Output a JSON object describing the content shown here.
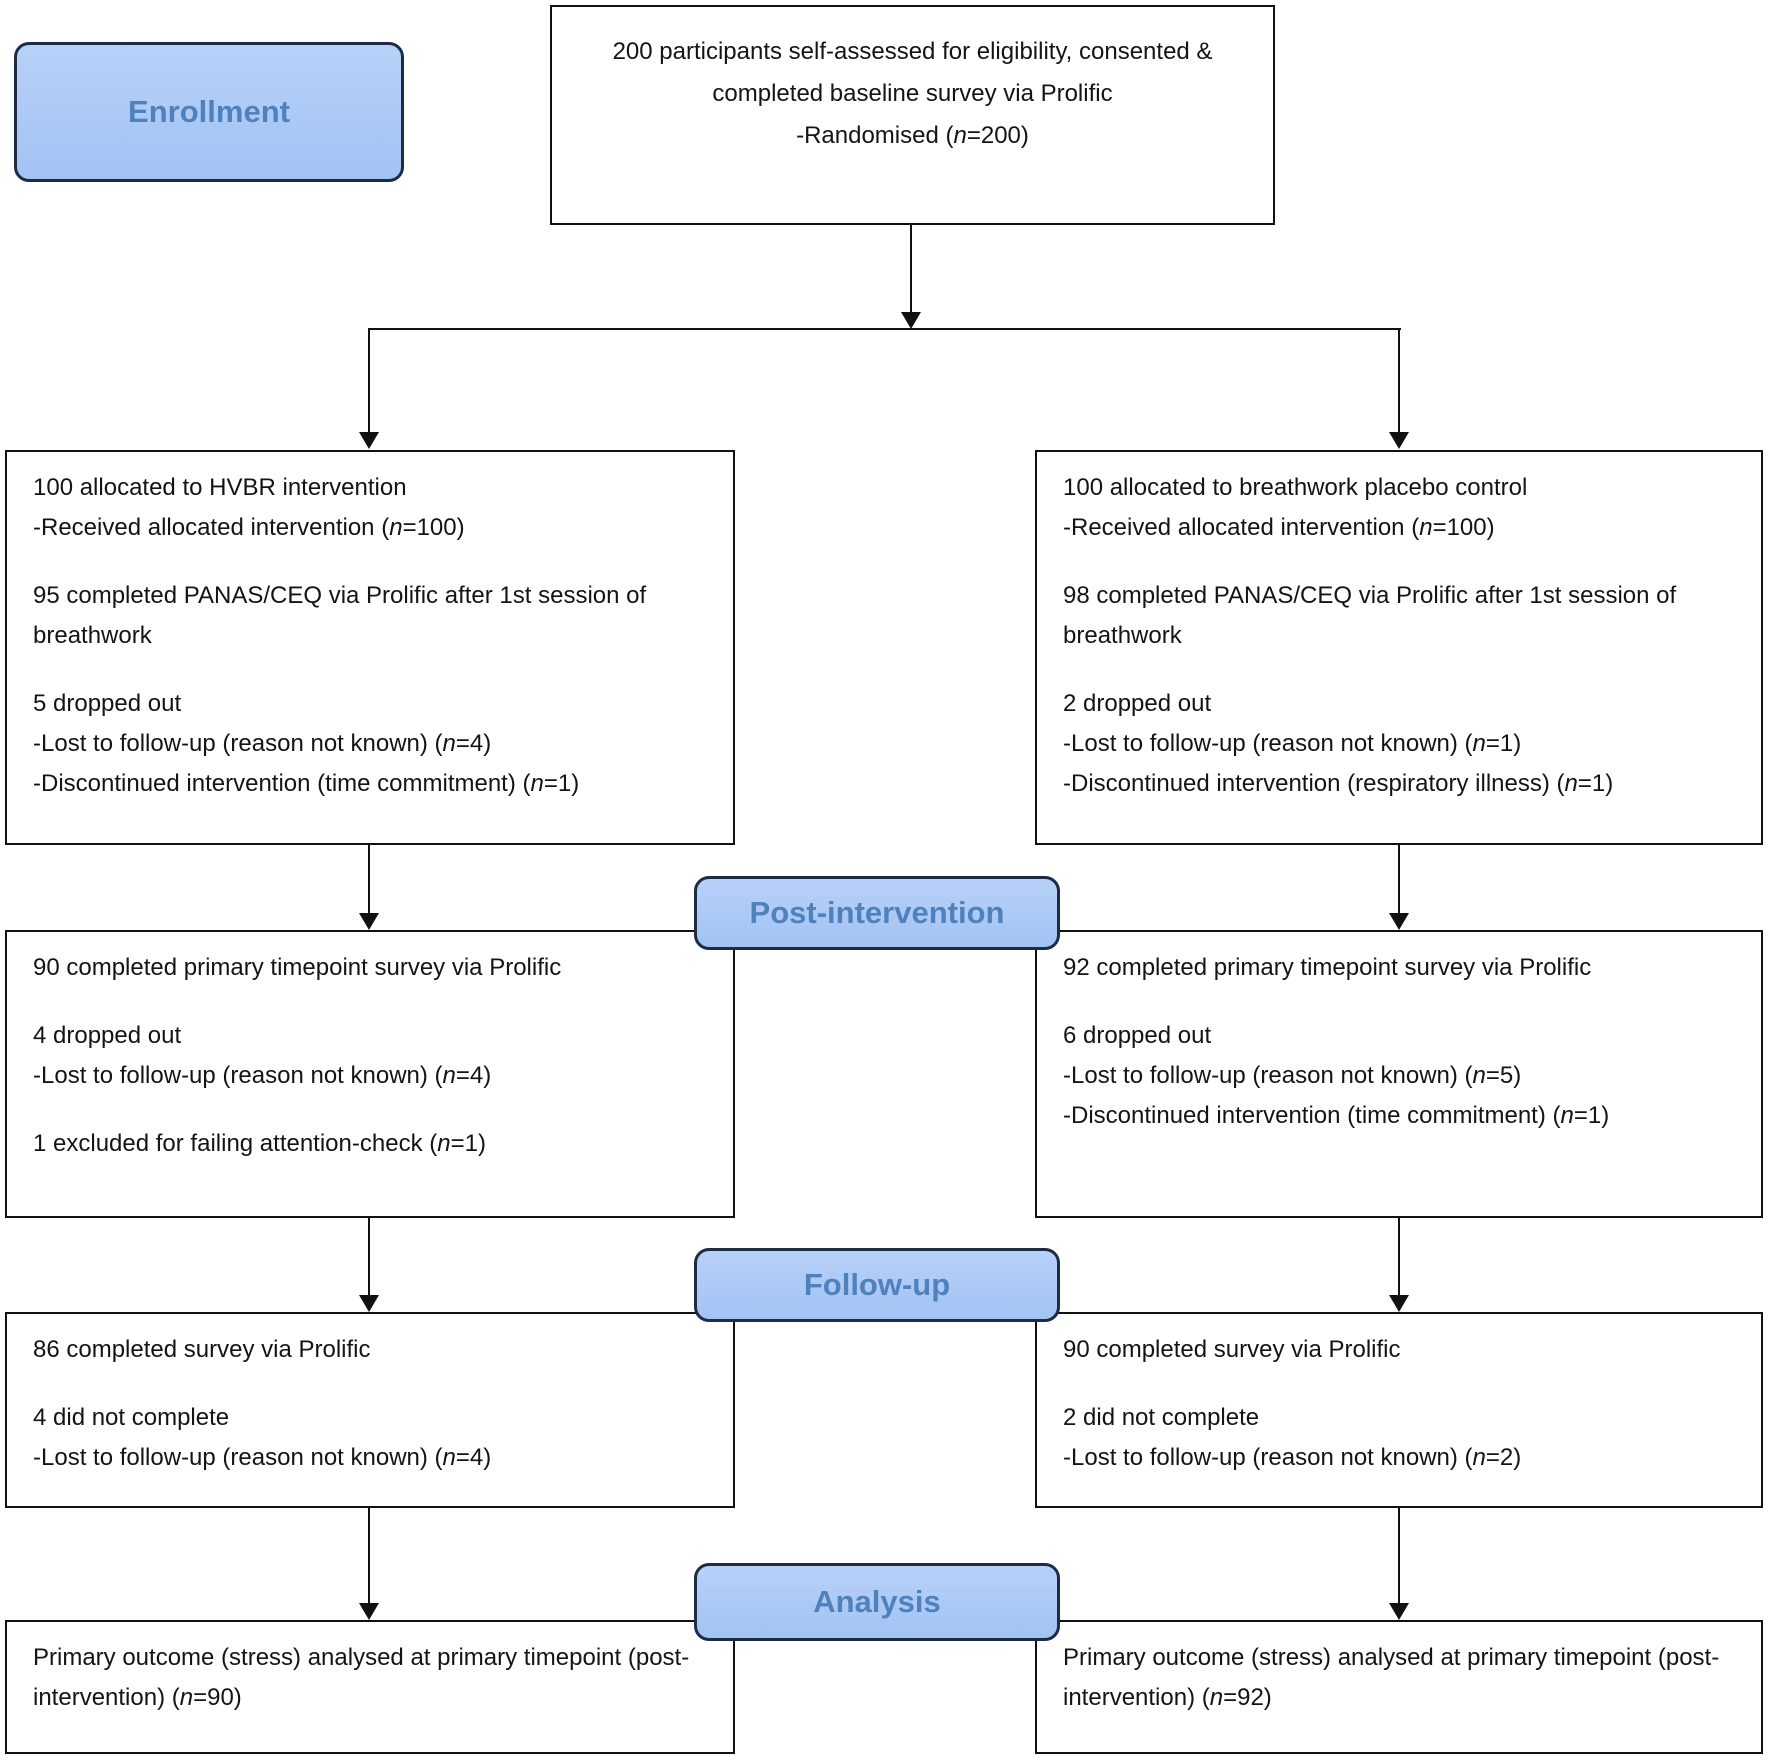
{
  "diagram": {
    "title_semantic": "CONSORT participant flow diagram",
    "colors": {
      "stage_label_fill": "#a9c6f4",
      "stage_label_border": "#1e2b45",
      "stage_label_text": "#4f81bd",
      "box_border": "#111111",
      "arrow": "#111111"
    },
    "stage_labels": {
      "enrollment": "Enrollment",
      "post_intervention": "Post-intervention",
      "follow_up": "Follow-up",
      "analysis": "Analysis"
    },
    "top_box": {
      "lines": [
        "200 participants self-assessed for eligibility, consented &",
        "completed baseline survey via Prolific",
        "-Randomised (n=200)"
      ]
    },
    "columns": {
      "left": {
        "name": "HVBR intervention arm",
        "rows": [
          {
            "lines": [
              "100 allocated to HVBR intervention",
              "-Received allocated intervention (n=100)",
              "",
              "95 completed PANAS/CEQ via Prolific after 1st session of breathwork",
              "",
              "5 dropped out",
              "-Lost to follow-up (reason not known) (n=4)",
              "-Discontinued intervention (time commitment) (n=1)"
            ]
          },
          {
            "lines": [
              "90 completed primary timepoint survey via Prolific",
              "",
              "4 dropped out",
              "-Lost to follow-up (reason not known) (n=4)",
              "",
              "1 excluded for failing attention-check (n=1)"
            ]
          },
          {
            "lines": [
              "86 completed survey via Prolific",
              "",
              "4 did not complete",
              "-Lost to follow-up (reason not known) (n=4)"
            ]
          },
          {
            "lines": [
              "Primary outcome (stress) analysed at primary timepoint (post-intervention) (n=90)"
            ]
          }
        ]
      },
      "right": {
        "name": "Breathwork placebo control arm",
        "rows": [
          {
            "lines": [
              "100 allocated to breathwork placebo control",
              "-Received allocated intervention (n=100)",
              "",
              "98 completed PANAS/CEQ via Prolific after 1st session of breathwork",
              "",
              "2 dropped out",
              "-Lost to follow-up (reason not known) (n=1)",
              "-Discontinued intervention (respiratory illness) (n=1)"
            ]
          },
          {
            "lines": [
              "92 completed primary timepoint survey via Prolific",
              "",
              "6 dropped out",
              "-Lost to follow-up (reason not known) (n=5)",
              "-Discontinued intervention (time commitment) (n=1)"
            ]
          },
          {
            "lines": [
              "90 completed survey via Prolific",
              "",
              "2 did not complete",
              "-Lost to follow-up (reason not known) (n=2)"
            ]
          },
          {
            "lines": [
              "Primary outcome (stress) analysed at primary timepoint (post-intervention) (n=92)"
            ]
          }
        ]
      }
    }
  }
}
